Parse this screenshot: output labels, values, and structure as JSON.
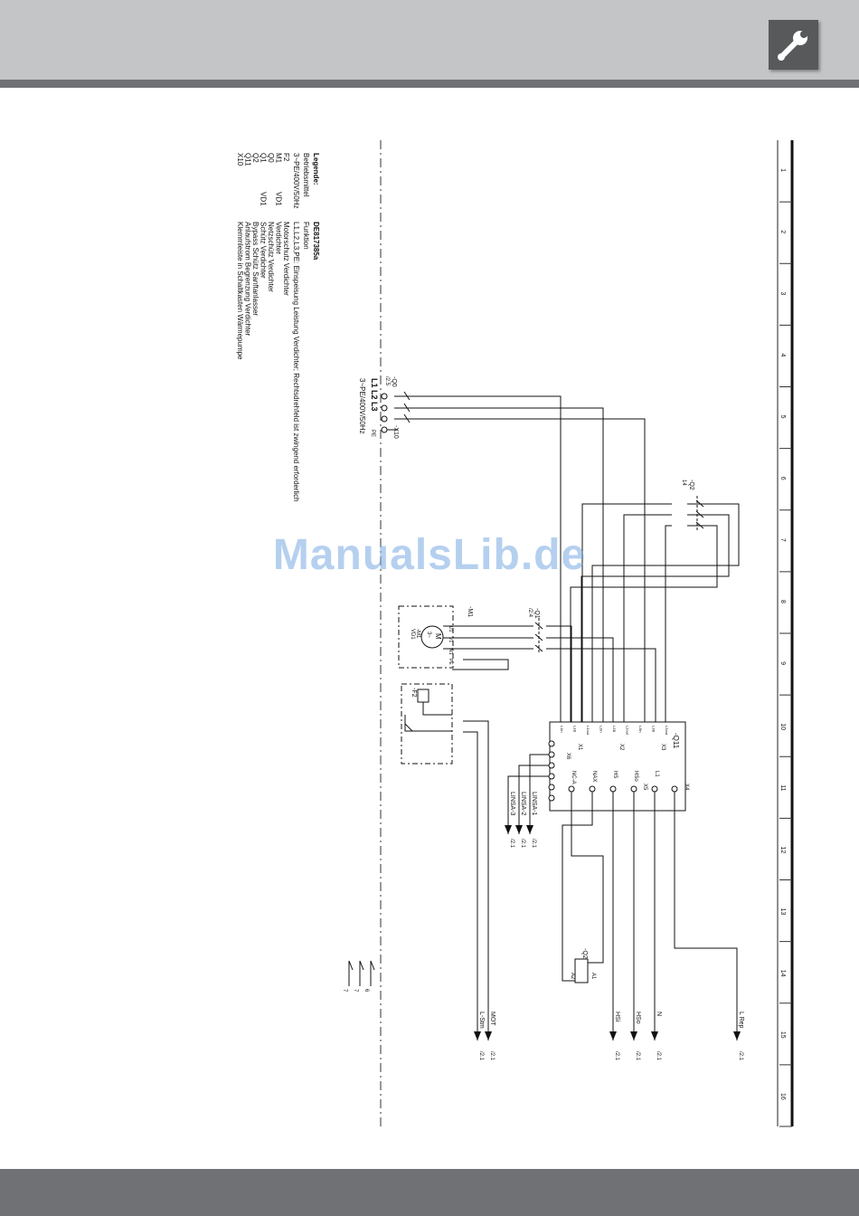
{
  "header": {
    "tool_icon": "wrench-icon"
  },
  "watermark": "ManualsLib.de",
  "legend": {
    "title": "Legende:",
    "col1_header": "Betriebsmittel",
    "col1_sub": "3~PE/400V/50Hz",
    "doc_id": "DE817385a",
    "col2_header": "Funktion",
    "supply_desc": "L1,L2,L3,PE: Einspeisung Leistung Verdichter; Rechtsdrehfeld ist zwingend erforderlich",
    "items": [
      {
        "id": "F2",
        "ref": "",
        "desc": "Motorschutz Verdichter"
      },
      {
        "id": "M1",
        "ref": "VD1",
        "desc": "Verdichter"
      },
      {
        "id": "Q0",
        "ref": "",
        "desc": "Netzschütz Verdichter"
      },
      {
        "id": "Q1",
        "ref": "VD1",
        "desc": "Schütz Verdichter"
      },
      {
        "id": "Q2",
        "ref": "",
        "desc": "Bypass Schütz Sanftanlasser"
      },
      {
        "id": "Q11",
        "ref": "",
        "desc": "Anlaufstrom Begrenzung Verdichter"
      },
      {
        "id": "X10",
        "ref": "",
        "desc": "Klemmleiste in Schaltkasten Wärmepumpe"
      }
    ]
  },
  "ruler": [
    "1",
    "2",
    "3",
    "4",
    "5",
    "6",
    "7",
    "8",
    "9",
    "10",
    "11",
    "12",
    "13",
    "14",
    "15",
    "16"
  ],
  "schematic": {
    "supply": {
      "phases": "L1 L2 L3",
      "pe": "PE",
      "voltage": "3~PE/400V/50Hz",
      "terminal": "-X10",
      "ref_q0": "-Q0",
      "ref_q0_page": "/2.5"
    },
    "q2": {
      "label": "-Q2",
      "aux": "14"
    },
    "q1": {
      "label": "-Q1",
      "ref": "/2.4"
    },
    "m1": {
      "label": "-M1",
      "terminals": [
        "U1",
        "V1",
        "W1",
        "PE"
      ],
      "motor_id": "-M1",
      "motor_ref": "VD1",
      "motor_symbol": "M",
      "motor_phase": "3~"
    },
    "f2": {
      "label": "-F2"
    },
    "q11": {
      "label": "-Q11",
      "x1": "X1",
      "x2": "X2",
      "x3": "X3",
      "x4": "X4",
      "x5": "X5",
      "x6": "X6",
      "pins_top": [
        "L1in",
        "L1B",
        "L1out",
        "L2in",
        "L2B",
        "L2out",
        "L3in",
        "L3B",
        "L3out"
      ],
      "pins_side": [
        "NC-A",
        "NAX",
        "HS",
        "HSo",
        "L1"
      ]
    },
    "relay": {
      "label": "-Q2",
      "a1": "A1",
      "a2": "A2"
    },
    "outputs": [
      {
        "name": "L Rep",
        "ref": "/2.1"
      },
      {
        "name": "N",
        "ref": "/2.1"
      },
      {
        "name": "HSo",
        "ref": "/2.1"
      },
      {
        "name": "HSi",
        "ref": "/2.1"
      },
      {
        "name": "MOT",
        "ref": "/2.1"
      },
      {
        "name": "L-Stm",
        "ref": "/2.1"
      }
    ],
    "linsa": [
      {
        "name": "LINSA-1",
        "ref": "/2.1"
      },
      {
        "name": "LINSA-2",
        "ref": "/2.1"
      },
      {
        "name": "LINSA-3",
        "ref": "/2.1"
      }
    ],
    "contacts_small": [
      "6",
      "7",
      "7"
    ]
  }
}
